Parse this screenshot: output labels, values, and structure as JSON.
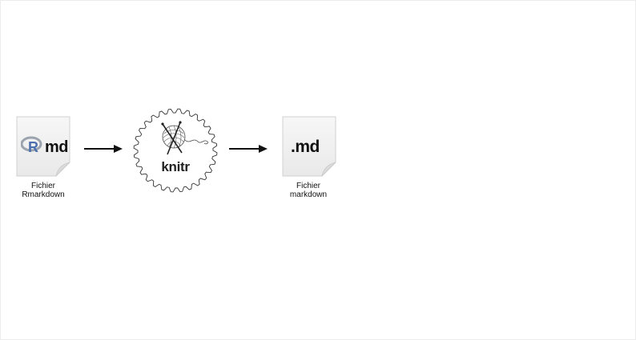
{
  "diagram": {
    "source": {
      "icon": "rmarkdown-file-icon",
      "icon_text": "md",
      "caption_line1": "Fichier",
      "caption_line2": "Rmarkdown"
    },
    "processor": {
      "icon": "knitr-gear-yarn-icon",
      "label": "knitr"
    },
    "output": {
      "icon": "markdown-file-icon",
      "icon_text": ".md",
      "caption_line1": "Fichier",
      "caption_line2": "markdown"
    },
    "connectors": [
      "arrow-right-icon",
      "arrow-right-icon"
    ]
  }
}
